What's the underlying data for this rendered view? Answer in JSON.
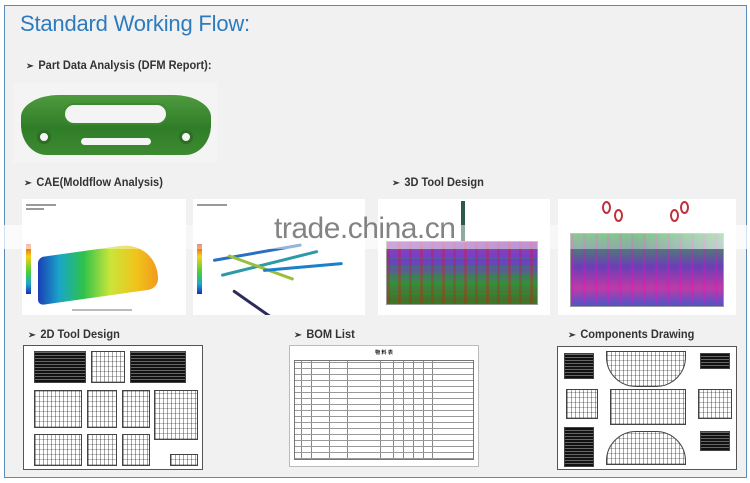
{
  "page": {
    "title": "Standard Working Flow:",
    "watermark": "trade.china.cn",
    "colors": {
      "title": "#2d7bbf",
      "frame_border": "#5b8db8",
      "background": "#f1f1f1",
      "label_text": "#333333"
    }
  },
  "sections": [
    {
      "id": "dfm",
      "arrow": "➢",
      "label": "Part Data Analysis (DFM Report):",
      "images": [
        {
          "alt": "green car bumper part"
        }
      ]
    },
    {
      "id": "cae",
      "arrow": "➢",
      "label": "CAE(Moldflow Analysis)",
      "images": [
        {
          "alt": "moldflow fill analysis"
        },
        {
          "alt": "moldflow cooling analysis"
        }
      ]
    },
    {
      "id": "3d",
      "arrow": "➢",
      "label": "3D Tool Design",
      "images": [
        {
          "alt": "3D mold side view"
        },
        {
          "alt": "3D mold top view"
        }
      ]
    },
    {
      "id": "2d",
      "arrow": "➢",
      "label": "2D Tool Design",
      "images": [
        {
          "alt": "2D tool drawing sheet"
        }
      ]
    },
    {
      "id": "bom",
      "arrow": "➢",
      "label": "BOM List",
      "images": [
        {
          "alt": "bill of materials table"
        }
      ],
      "table_title": "物 料 表"
    },
    {
      "id": "components",
      "arrow": "➢",
      "label": "Components Drawing",
      "images": [
        {
          "alt": "components drawing sheet"
        }
      ]
    }
  ]
}
